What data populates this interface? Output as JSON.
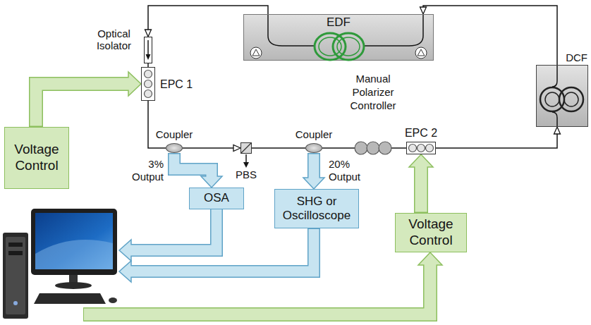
{
  "diagram": {
    "nodes": [
      {
        "text": [
          "EDF"
        ]
      },
      {
        "text": [
          "DCF"
        ]
      },
      {
        "text": [
          "Optical Isolator"
        ]
      },
      {
        "text": [
          "EPC 1"
        ]
      },
      {
        "text": [
          "Voltage Control"
        ]
      },
      {
        "text": [
          "Coupler"
        ]
      },
      {
        "text": [
          "PBS"
        ]
      },
      {
        "text": [
          "Coupler"
        ]
      },
      {
        "text": [
          "Manual Polarizer Controller"
        ]
      },
      {
        "text": [
          "EPC 2"
        ]
      },
      {
        "text": [
          "OSA"
        ]
      },
      {
        "text": [
          "SHG or Oscilloscope"
        ]
      },
      {
        "text": [
          "Voltage Control"
        ]
      }
    ],
    "edges": [
      {
        "from": 0,
        "to": 2,
        "arrow": "to"
      },
      {
        "from": 2,
        "to": 3,
        "arrow": "none"
      },
      {
        "from": 3,
        "to": 5,
        "arrow": "none"
      },
      {
        "from": 5,
        "to": 6,
        "arrow": "to"
      },
      {
        "from": 6,
        "to": 7,
        "arrow": "none"
      },
      {
        "from": 7,
        "to": 8,
        "arrow": "none"
      },
      {
        "from": 8,
        "to": 9,
        "arrow": "none"
      },
      {
        "from": 9,
        "to": 1,
        "arrow": "to"
      },
      {
        "from": 1,
        "to": 0,
        "arrow": "to"
      },
      {
        "from": 4,
        "to": 3,
        "arrow": "to"
      },
      {
        "from": 5,
        "to": 10,
        "arrow": "to",
        "label": "3% Output"
      },
      {
        "from": 7,
        "to": 11,
        "arrow": "to",
        "label": "20% Output"
      },
      {
        "from": 12,
        "to": 9,
        "arrow": "to"
      }
    ]
  }
}
